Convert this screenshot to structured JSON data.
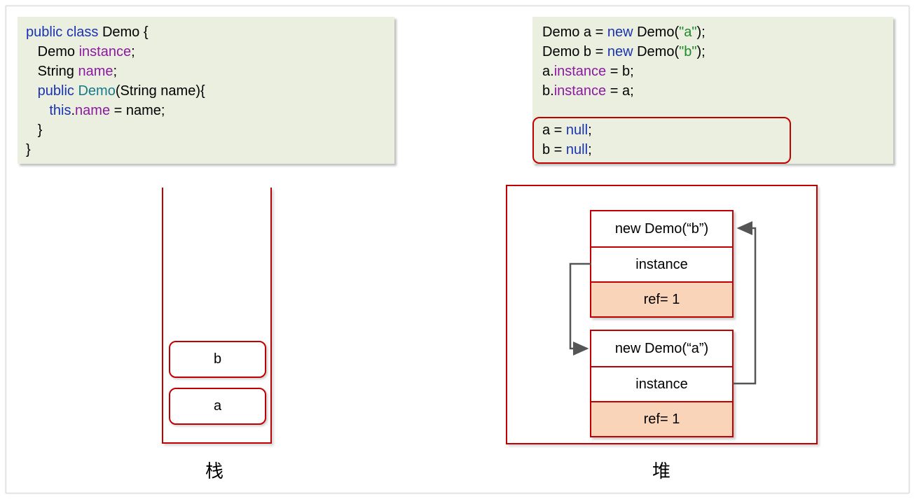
{
  "class_code": {
    "lines": [
      [
        {
          "t": "public class",
          "c": "kw"
        },
        {
          "t": " Demo {",
          "c": ""
        }
      ],
      [
        {
          "t": "   Demo ",
          "c": ""
        },
        {
          "t": "instance",
          "c": "fld"
        },
        {
          "t": ";",
          "c": ""
        }
      ],
      [
        {
          "t": "   String ",
          "c": ""
        },
        {
          "t": "name",
          "c": "fld"
        },
        {
          "t": ";",
          "c": ""
        }
      ],
      [
        {
          "t": "   public ",
          "c": "kw"
        },
        {
          "t": "Demo",
          "c": "typ"
        },
        {
          "t": "(String name){",
          "c": ""
        }
      ],
      [
        {
          "t": "      this",
          "c": "kw"
        },
        {
          "t": ".",
          "c": ""
        },
        {
          "t": "name",
          "c": "fld"
        },
        {
          "t": " = name;",
          "c": ""
        }
      ],
      [
        {
          "t": "   }",
          "c": ""
        }
      ],
      [
        {
          "t": "}",
          "c": ""
        }
      ]
    ]
  },
  "usage_code": {
    "lines": [
      [
        {
          "t": "Demo a = ",
          "c": ""
        },
        {
          "t": "new",
          "c": "kw"
        },
        {
          "t": " Demo(",
          "c": ""
        },
        {
          "t": "\"a\"",
          "c": "str"
        },
        {
          "t": ");",
          "c": ""
        }
      ],
      [
        {
          "t": "Demo b = ",
          "c": ""
        },
        {
          "t": "new",
          "c": "kw"
        },
        {
          "t": " Demo(",
          "c": ""
        },
        {
          "t": "\"b\"",
          "c": "str"
        },
        {
          "t": ");",
          "c": ""
        }
      ],
      [
        {
          "t": "a.",
          "c": ""
        },
        {
          "t": "instance",
          "c": "fld"
        },
        {
          "t": " = b;",
          "c": ""
        }
      ],
      [
        {
          "t": "b.",
          "c": ""
        },
        {
          "t": "instance",
          "c": "fld"
        },
        {
          "t": " = a;",
          "c": ""
        }
      ],
      [
        {
          "t": "",
          "c": ""
        }
      ],
      [
        {
          "t": "a = ",
          "c": ""
        },
        {
          "t": "null",
          "c": "kw"
        },
        {
          "t": ";",
          "c": ""
        }
      ],
      [
        {
          "t": "b = ",
          "c": ""
        },
        {
          "t": "null",
          "c": "kw"
        },
        {
          "t": ";",
          "c": ""
        }
      ]
    ]
  },
  "stack": {
    "label": "栈",
    "vars": [
      "b",
      "a"
    ]
  },
  "heap": {
    "label": "堆",
    "objects": [
      {
        "title": "new Demo(“b”)",
        "field": "instance",
        "ref_label": "ref=",
        "ref_count": "1"
      },
      {
        "title": "new Demo(“a”)",
        "field": "instance",
        "ref_label": "ref=",
        "ref_count": "1"
      }
    ]
  },
  "colors": {
    "accent": "#c00000",
    "keyword": "#1a33b0",
    "field": "#8c1aa0",
    "string": "#1f8a2a",
    "code_bg": "#ebefe0",
    "ref_bg": "#fad4b8",
    "arrow": "#555555"
  }
}
